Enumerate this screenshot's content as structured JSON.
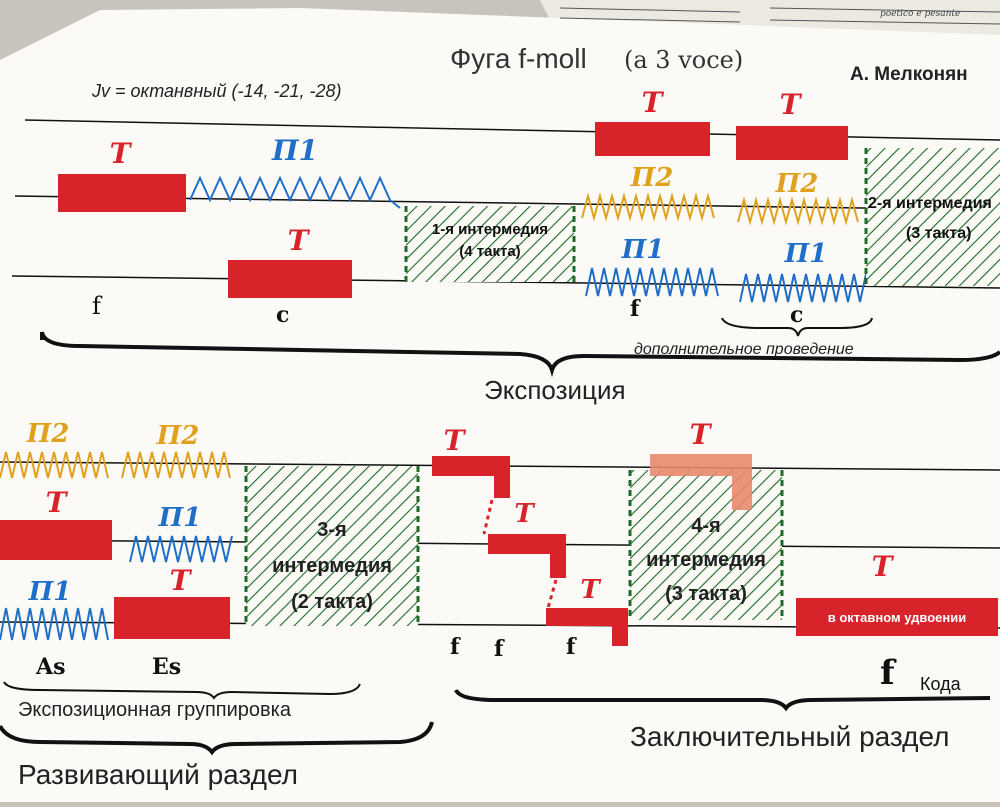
{
  "header": {
    "title_main": "Фуга f-moll",
    "title_sub": "(a 3 voce)",
    "author": "А. Мелконян",
    "jv_note": "Jv = октанвный (-14, -21, -28)",
    "sheet_scribble": "poetico e pesante"
  },
  "symbols": {
    "theme": "T",
    "p1": "П1",
    "p2": "П2"
  },
  "colors": {
    "theme_red": "#d9232b",
    "theme_faded": "#e88a6e",
    "p1_blue": "#1f6fc8",
    "p2_orange": "#e0a21e",
    "interlude_green": "#1d6a2a",
    "line_black": "#111111"
  },
  "top": {
    "interludes": [
      {
        "line1": "1-я интермедия",
        "line2": "(4 такта)"
      },
      {
        "line1": "2-я интермедия",
        "line2": "(3 такта)"
      }
    ],
    "keys": [
      "f",
      "c",
      "f",
      "c"
    ],
    "extra_entry_label": "дополнительное проведение",
    "exposition_label": "Экспозиция"
  },
  "bottom": {
    "interludes": [
      {
        "line1": "3-я",
        "line2": "интермедия",
        "line3": "(2 такта)"
      },
      {
        "line1": "4-я",
        "line2": "интермедия",
        "line3": "(3 такта)"
      }
    ],
    "keys": [
      "As",
      "Es",
      "f",
      "f",
      "f",
      "f"
    ],
    "octave_label": "в октавном удвоении",
    "coda_label": "Кода",
    "expo_group_label": "Экспозиционная группировка",
    "development_label": "Развивающий раздел",
    "final_section_label": "Заключительный раздел"
  }
}
